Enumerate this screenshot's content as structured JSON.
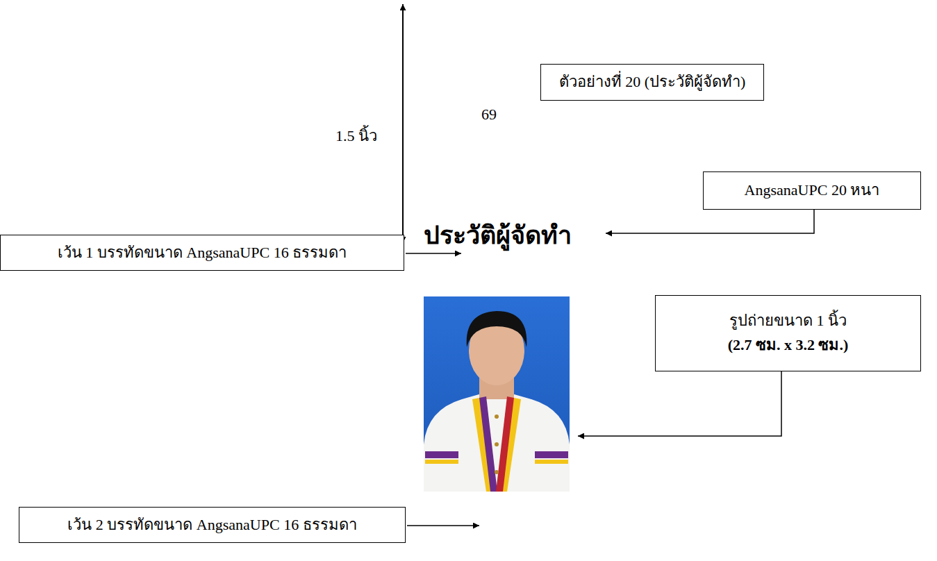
{
  "diagram": {
    "title": "ประวัติผู้จัดทำ",
    "nodes": [
      {
        "text": [
          "ตัวอย่างที่ 20 (ประวัติผู้จัดทำ)"
        ]
      },
      {
        "text": [
          "AngsanaUPC 20 หนา"
        ]
      },
      {
        "text": [
          "เว้น 1 บรรทัดขนาด AngsanaUPC 16 ธรรมดา"
        ]
      },
      {
        "text": [
          "รูปถ่ายขนาด 1 นิ้ว",
          "(2.7 ซม. x 3.2 ซม.)"
        ]
      },
      {
        "text": [
          "เว้น 2 บรรทัดขนาด AngsanaUPC 16 ธรรมดา"
        ]
      }
    ],
    "labels": [
      "69",
      "1.5 นิ้ว"
    ]
  }
}
